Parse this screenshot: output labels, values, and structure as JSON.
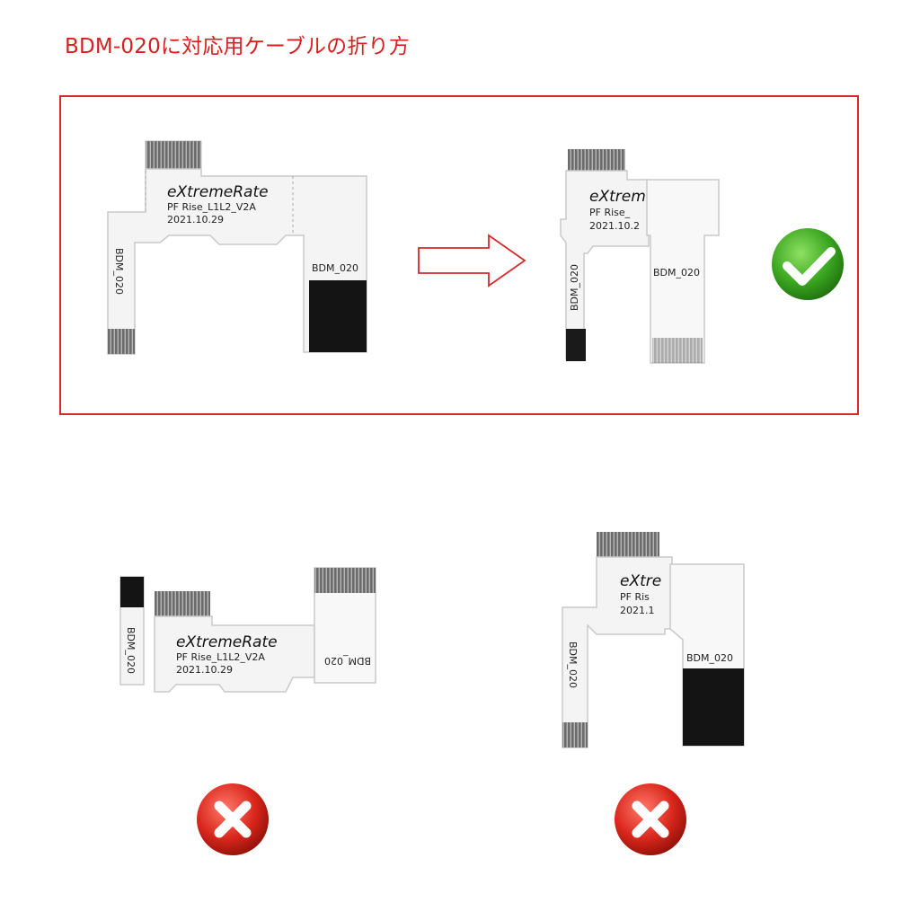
{
  "title": "BDM-020に対応用ケーブルの折り方",
  "cable": {
    "brand": "eXtremeRate",
    "model": "PF Rise_L1L2_V2A",
    "date": "2021.10.29",
    "label_a": "BDM_020",
    "label_b": "BDM_020",
    "brand_cut": "eXtrem",
    "model_cut": "PF Rise_",
    "date_cut": "2021.10.2",
    "brand_cut2": "eXtre",
    "model_cut2": "PF Ris",
    "date_cut2": "2021.1"
  },
  "marks": {
    "correct": "check-icon",
    "wrong": "cross-icon",
    "correct_color": "#3aa61f",
    "wrong_color": "#d9261c"
  }
}
